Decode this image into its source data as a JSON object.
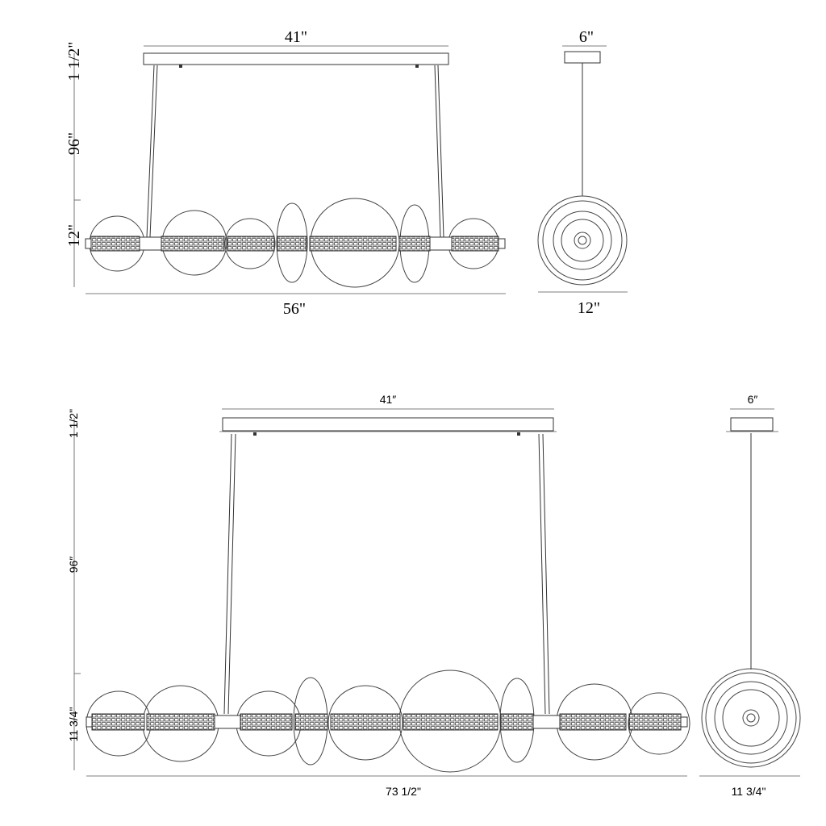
{
  "top": {
    "label_canopy_len": "41\"",
    "label_canopy_height": "1 1/2\"",
    "label_drop": "96\"",
    "label_fixture_height": "12\"",
    "label_overall_len": "56\"",
    "side_label_canopy": "6\"",
    "side_label_diameter": "12\""
  },
  "bottom": {
    "label_canopy_len": "41″",
    "label_canopy_height": "1 1/2\"",
    "label_drop": "96″",
    "label_fixture_height": "11 3/4\"",
    "label_overall_len": "73 1/2\"",
    "side_label_canopy": "6″",
    "side_label_diameter": "11 3/4\""
  }
}
